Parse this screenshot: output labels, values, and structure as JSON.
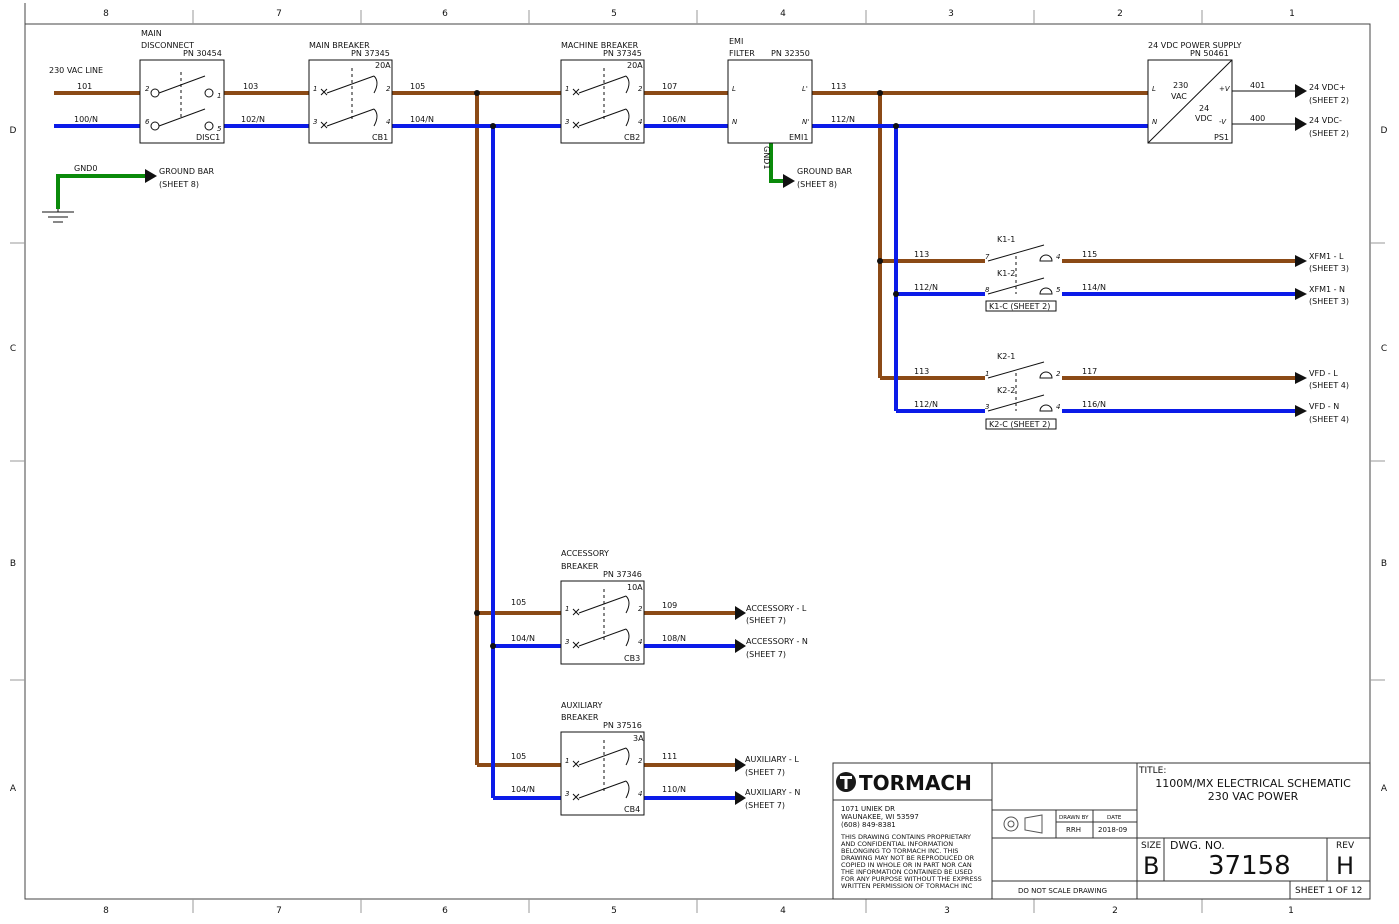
{
  "grid": {
    "columns": [
      "8",
      "7",
      "6",
      "5",
      "4",
      "3",
      "2",
      "1"
    ],
    "rows": [
      "D",
      "C",
      "B",
      "A"
    ]
  },
  "colors": {
    "line": "#8B4A16",
    "neutral": "#0B1BE8",
    "ground": "#0A8A0A",
    "ink": "#111111"
  },
  "labels": {
    "line_230": "230 VAC LINE",
    "main_disc_1": "MAIN",
    "main_disc_2": "DISCONNECT",
    "main_disc_pn": "PN 30454",
    "main_disc_ref": "DISC1",
    "main_brk": "MAIN BREAKER",
    "main_brk_pn": "PN 37345",
    "main_brk_amp": "20A",
    "main_brk_ref": "CB1",
    "mach_brk": "MACHINE BREAKER",
    "mach_brk_pn": "PN 37345",
    "mach_brk_amp": "20A",
    "mach_brk_ref": "CB2",
    "emi_1": "EMI",
    "emi_2": "FILTER",
    "emi_pn": "PN 32350",
    "emi_ref": "EMI1",
    "psu": "24 VDC POWER SUPPLY",
    "psu_pn": "PN 50461",
    "psu_ref": "PS1",
    "psu_in1": "230",
    "psu_in2": "VAC",
    "psu_out1": "24",
    "psu_out2": "VDC",
    "acc_1": "ACCESSORY",
    "acc_2": "BREAKER",
    "acc_pn": "PN 37346",
    "acc_amp": "10A",
    "acc_ref": "CB3",
    "aux_1": "AUXILIARY",
    "aux_2": "BREAKER",
    "aux_pn": "PN 37516",
    "aux_amp": "3A",
    "aux_ref": "CB4",
    "k1_1": "K1-1",
    "k1_2": "K1-2",
    "k1_c": "K1-C (SHEET 2)",
    "k2_1": "K2-1",
    "k2_2": "K2-2",
    "k2_c": "K2-C (SHEET 2)",
    "gnd0": "GND0",
    "gnd1": "GND1"
  },
  "wires": {
    "w101": "101",
    "w100": "100/N",
    "w103": "103",
    "w102": "102/N",
    "w105": "105",
    "w104": "104/N",
    "w107": "107",
    "w106": "106/N",
    "w113": "113",
    "w112": "112/N",
    "w401": "401",
    "w400": "400",
    "w115": "115",
    "w114": "114/N",
    "w117": "117",
    "w116": "116/N",
    "w109": "109",
    "w108": "108/N",
    "w111": "111",
    "w110": "110/N"
  },
  "pins": {
    "p1": "1",
    "p2": "2",
    "p3": "3",
    "p4": "4",
    "p5": "5",
    "p6": "6",
    "p7": "7",
    "p8": "8",
    "L": "L",
    "N": "N",
    "Lp": "L'",
    "Np": "N'",
    "vp": "+V",
    "vm": "-V"
  },
  "off_sheet": {
    "vdc_p": "24 VDC+",
    "vdc_m": "24 VDC-",
    "sheet2": "(SHEET 2)",
    "sheet3": "(SHEET 3)",
    "sheet4": "(SHEET 4)",
    "sheet7": "(SHEET 7)",
    "sheet8": "(SHEET 8)",
    "ground_bar": "GROUND BAR",
    "xfm_l": "XFM1 - L",
    "xfm_n": "XFM1 - N",
    "vfd_l": "VFD - L",
    "vfd_n": "VFD - N",
    "acc_l": "ACCESSORY - L",
    "acc_n": "ACCESSORY - N",
    "aux_l": "AUXILIARY - L",
    "aux_n": "AUXILIARY - N"
  },
  "title_block": {
    "brand": "TORMACH",
    "addr1": "1071 UNIEK DR",
    "addr2": "WAUNAKEE, WI 53597",
    "addr3": "(608) 849-8381",
    "notice": [
      "THIS DRAWING CONTAINS PROPRIETARY",
      "AND CONFIDENTIAL INFORMATION",
      "BELONGING TO TORMACH INC. THIS",
      "DRAWING MAY NOT BE REPRODUCED OR",
      "COPIED IN WHOLE OR IN PART NOR CAN",
      "THE INFORMATION CONTAINED BE USED",
      "FOR ANY PURPOSE WITHOUT THE EXPRESS",
      "WRITTEN PERMISSION OF TORMACH INC"
    ],
    "drawn_by_label": "DRAWN BY",
    "date_label": "DATE",
    "drawn_by": "RRH",
    "date": "2018-09",
    "title_label": "TITLE:",
    "title1": "1100M/MX ELECTRICAL SCHEMATIC",
    "title2": "230 VAC POWER",
    "size_label": "SIZE",
    "size": "B",
    "dwg_label": "DWG.  NO.",
    "dwg_no": "37158",
    "rev_label": "REV",
    "rev": "H",
    "no_scale": "DO NOT SCALE DRAWING",
    "sheet": "SHEET 1 OF 12"
  }
}
